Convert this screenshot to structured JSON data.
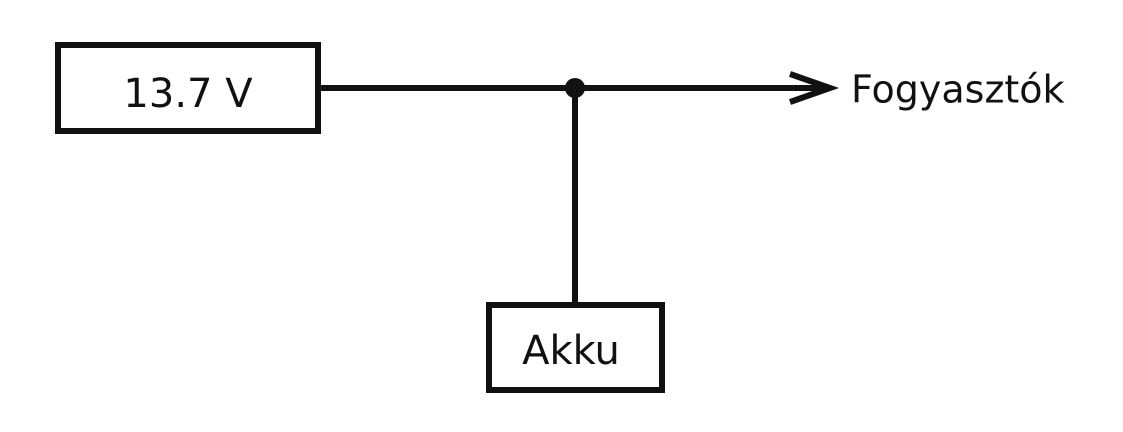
{
  "diagram": {
    "supply_label": "13.7 V",
    "battery_label": "Akku",
    "load_label": "Fogyasztók",
    "colors": {
      "stroke": "#111111",
      "background": "#ffffff"
    }
  }
}
